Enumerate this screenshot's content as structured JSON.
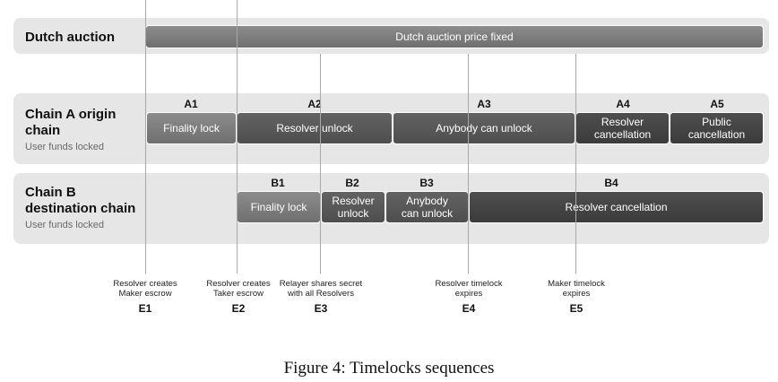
{
  "rows": {
    "dutch": {
      "title": "Dutch auction",
      "bar": "Dutch auction price fixed"
    },
    "chain_a": {
      "title_line1": "Chain A origin",
      "title_line2": "chain",
      "subtitle": "User funds locked",
      "segments": [
        {
          "id": "A1",
          "label": "Finality lock"
        },
        {
          "id": "A2",
          "label": "Resolver unlock"
        },
        {
          "id": "A3",
          "label": "Anybody can unlock"
        },
        {
          "id": "A4",
          "label": "Resolver\ncancellation"
        },
        {
          "id": "A5",
          "label": "Public\ncancellation"
        }
      ]
    },
    "chain_b": {
      "title_line1": "Chain B",
      "title_line2": "destination chain",
      "subtitle": "User funds locked",
      "segments": [
        {
          "id": "B1",
          "label": "Finality lock"
        },
        {
          "id": "B2",
          "label": "Resolver\nunlock"
        },
        {
          "id": "B3",
          "label": "Anybody\ncan unlock"
        },
        {
          "id": "B4",
          "label": "Resolver cancellation"
        }
      ]
    }
  },
  "events": [
    {
      "id": "E1",
      "desc": "Resolver creates\nMaker escrow"
    },
    {
      "id": "E2",
      "desc": "Resolver creates\nTaker escrow"
    },
    {
      "id": "E3",
      "desc": "Relayer shares secret\nwith all Resolvers"
    },
    {
      "id": "E4",
      "desc": "Resolver timelock\nexpires"
    },
    {
      "id": "E5",
      "desc": "Maker timelock\nexpires"
    }
  ],
  "caption": "Figure 4: Timelocks sequences",
  "colors": {
    "row_bg": "#e6e6e6",
    "segment_light": "#7e7e7e",
    "segment_dark": "#454545",
    "event_line": "#a8a8a8"
  }
}
